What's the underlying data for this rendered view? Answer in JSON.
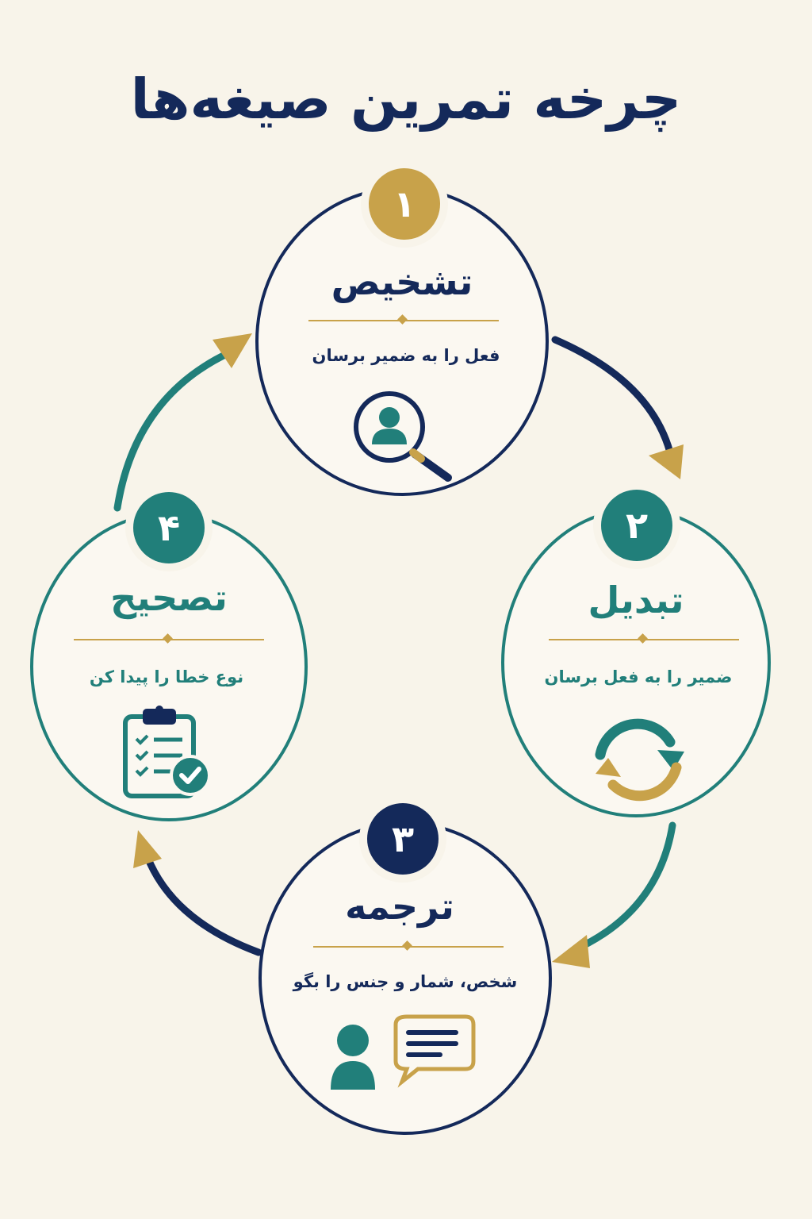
{
  "title": "چرخه تمرین صیغه‌ها",
  "colors": {
    "navy": "#14295a",
    "teal": "#217f7a",
    "gold": "#c8a24a",
    "background": "#f8f4ea"
  },
  "steps": [
    {
      "number": "۱",
      "heading": "تشخیص",
      "description": "فعل را به ضمیر برسان",
      "icon": "person-search-icon"
    },
    {
      "number": "۲",
      "heading": "تبدیل",
      "description": "ضمیر را به فعل برسان",
      "icon": "cycle-arrows-icon"
    },
    {
      "number": "۳",
      "heading": "ترجمه",
      "description": "شخص، شمار و جنس را بگو",
      "icon": "person-speech-icon"
    },
    {
      "number": "۴",
      "heading": "تصحیح",
      "description": "نوع خطا را پیدا کن",
      "icon": "clipboard-check-icon"
    }
  ]
}
